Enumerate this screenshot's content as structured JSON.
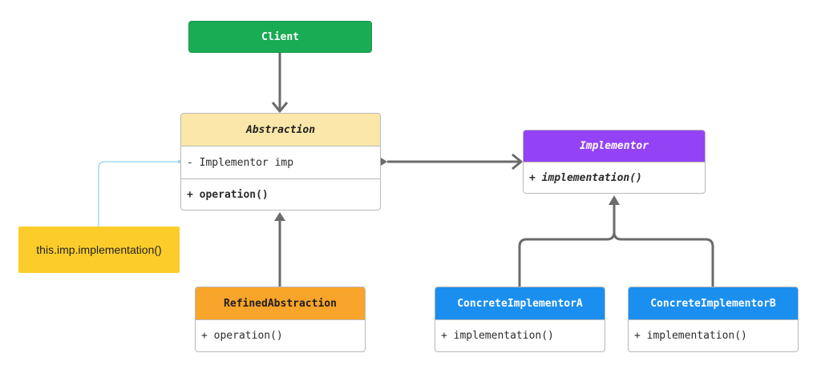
{
  "client": {
    "name": "Client"
  },
  "abstraction": {
    "name": "Abstraction",
    "attribute": "- Implementor imp",
    "method": "+ operation()"
  },
  "implementor": {
    "name": "Implementor",
    "method": "+ implementation()"
  },
  "refined_abstraction": {
    "name": "RefinedAbstraction",
    "method": "+ operation()"
  },
  "concrete_a": {
    "name": "ConcreteImplementorA",
    "method": "+ implementation()"
  },
  "concrete_b": {
    "name": "ConcreteImplementorB",
    "method": "+ implementation()"
  },
  "note": {
    "text": "this.imp.implementation()"
  },
  "colors": {
    "client": "#1aab55",
    "abstraction": "#fbe7a9",
    "implementor": "#9343f5",
    "refined_abstraction": "#f9a42a",
    "concrete": "#1a8ff0",
    "note": "#fccd2a",
    "connector": "#6b6b6b",
    "note_link": "#8fd0f7"
  },
  "relations": [
    {
      "from": "Client",
      "to": "Abstraction",
      "type": "association"
    },
    {
      "from": "Abstraction",
      "to": "Implementor",
      "type": "composition"
    },
    {
      "from": "RefinedAbstraction",
      "to": "Abstraction",
      "type": "inheritance"
    },
    {
      "from": "ConcreteImplementorA",
      "to": "Implementor",
      "type": "inheritance"
    },
    {
      "from": "ConcreteImplementorB",
      "to": "Implementor",
      "type": "inheritance"
    }
  ]
}
